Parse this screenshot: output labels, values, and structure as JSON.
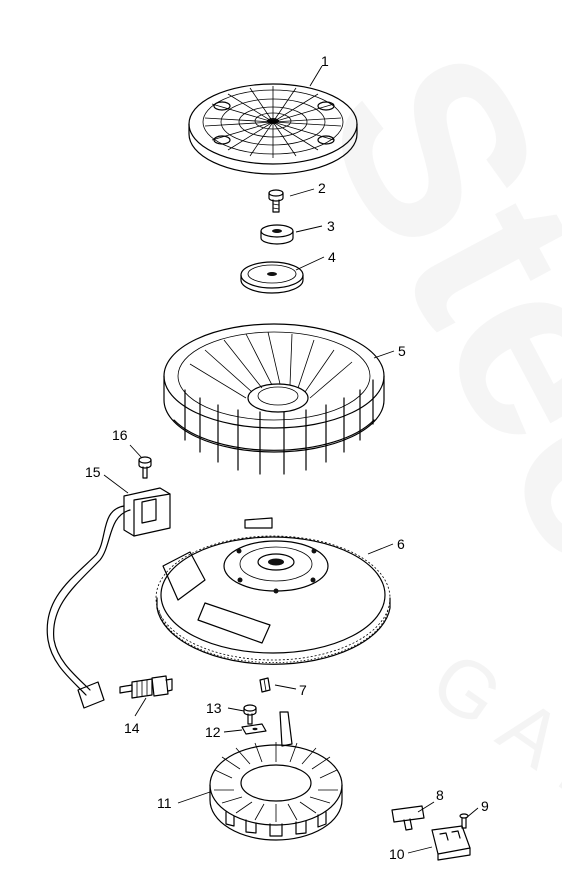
{
  "watermark": {
    "line1": "Steele",
    "line2": "GAR"
  },
  "callouts": [
    {
      "id": "1",
      "label": "1"
    },
    {
      "id": "2",
      "label": "2"
    },
    {
      "id": "3",
      "label": "3"
    },
    {
      "id": "4",
      "label": "4"
    },
    {
      "id": "5",
      "label": "5"
    },
    {
      "id": "6",
      "label": "6"
    },
    {
      "id": "7",
      "label": "7"
    },
    {
      "id": "8",
      "label": "8"
    },
    {
      "id": "9",
      "label": "9"
    },
    {
      "id": "10",
      "label": "10"
    },
    {
      "id": "11",
      "label": "11"
    },
    {
      "id": "12",
      "label": "12"
    },
    {
      "id": "13",
      "label": "13"
    },
    {
      "id": "14",
      "label": "14"
    },
    {
      "id": "15",
      "label": "15"
    },
    {
      "id": "16",
      "label": "16"
    }
  ]
}
